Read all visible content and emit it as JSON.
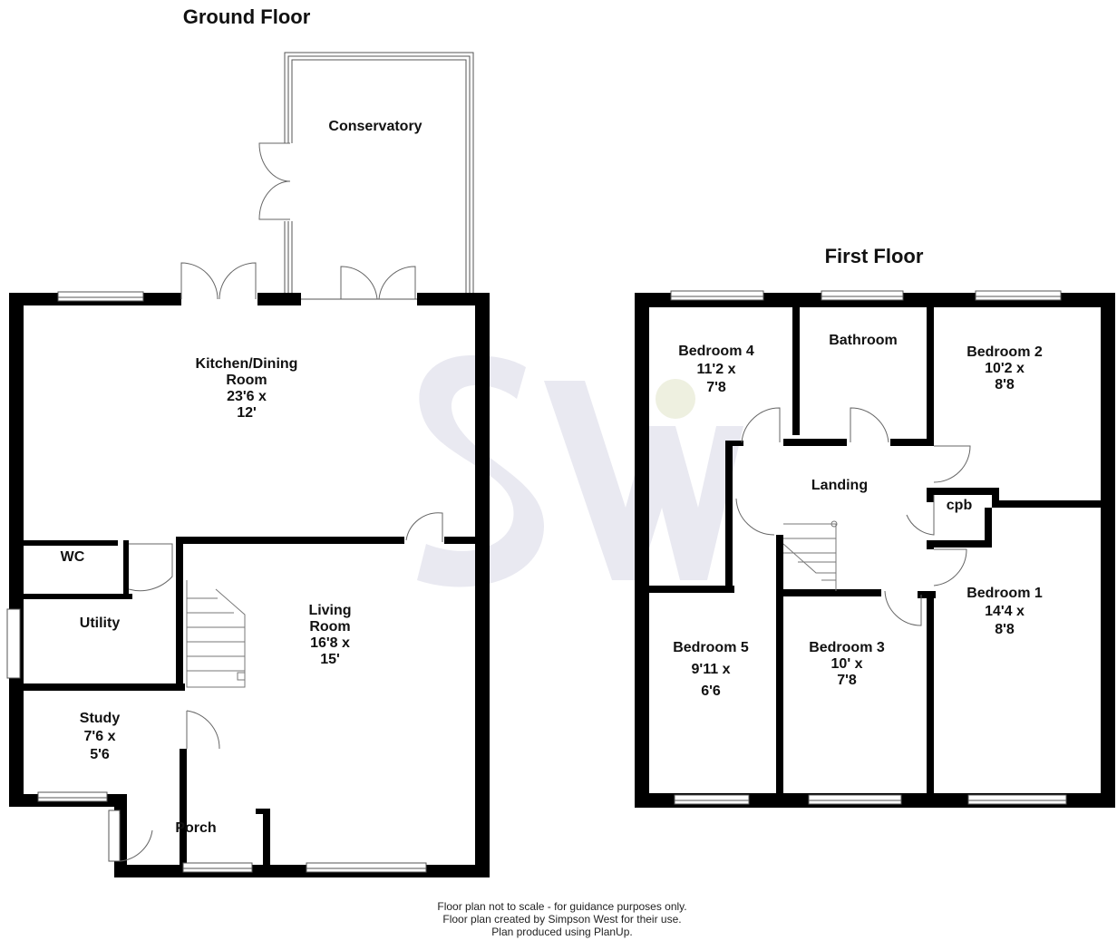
{
  "titles": {
    "ground_floor": "Ground Floor",
    "first_floor": "First Floor"
  },
  "rooms": {
    "conservatory": [
      "Conservatory"
    ],
    "kitchen": [
      "Kitchen/Dining",
      "Room",
      "23'6 x",
      "12'"
    ],
    "wc": [
      "WC"
    ],
    "utility": [
      "Utility"
    ],
    "study": [
      "Study",
      "7'6 x",
      "5'6"
    ],
    "porch": [
      "Porch"
    ],
    "living": [
      "Living",
      "Room",
      "16'8 x",
      "15'"
    ],
    "bedroom4": [
      "Bedroom 4",
      "11'2 x",
      "7'8"
    ],
    "bathroom": [
      "Bathroom"
    ],
    "bedroom2": [
      "Bedroom 2",
      "10'2 x",
      "8'8"
    ],
    "landing": [
      "Landing"
    ],
    "cpb": [
      "cpb"
    ],
    "bedroom1": [
      "Bedroom 1",
      "14'4 x",
      "8'8"
    ],
    "bedroom5": [
      "Bedroom 5",
      "9'11 x",
      "6'6"
    ],
    "bedroom3": [
      "Bedroom 3",
      "10' x",
      "7'8"
    ]
  },
  "footer": [
    "Floor plan not to scale - for guidance purposes only.",
    "Floor plan created by Simpson West for their use.",
    "Plan produced using PlanUp."
  ],
  "colors": {
    "wall": "#000000",
    "window": "#ffffff",
    "watermark": "#e9e9f1",
    "watermark_accent": "#eef0e0"
  }
}
